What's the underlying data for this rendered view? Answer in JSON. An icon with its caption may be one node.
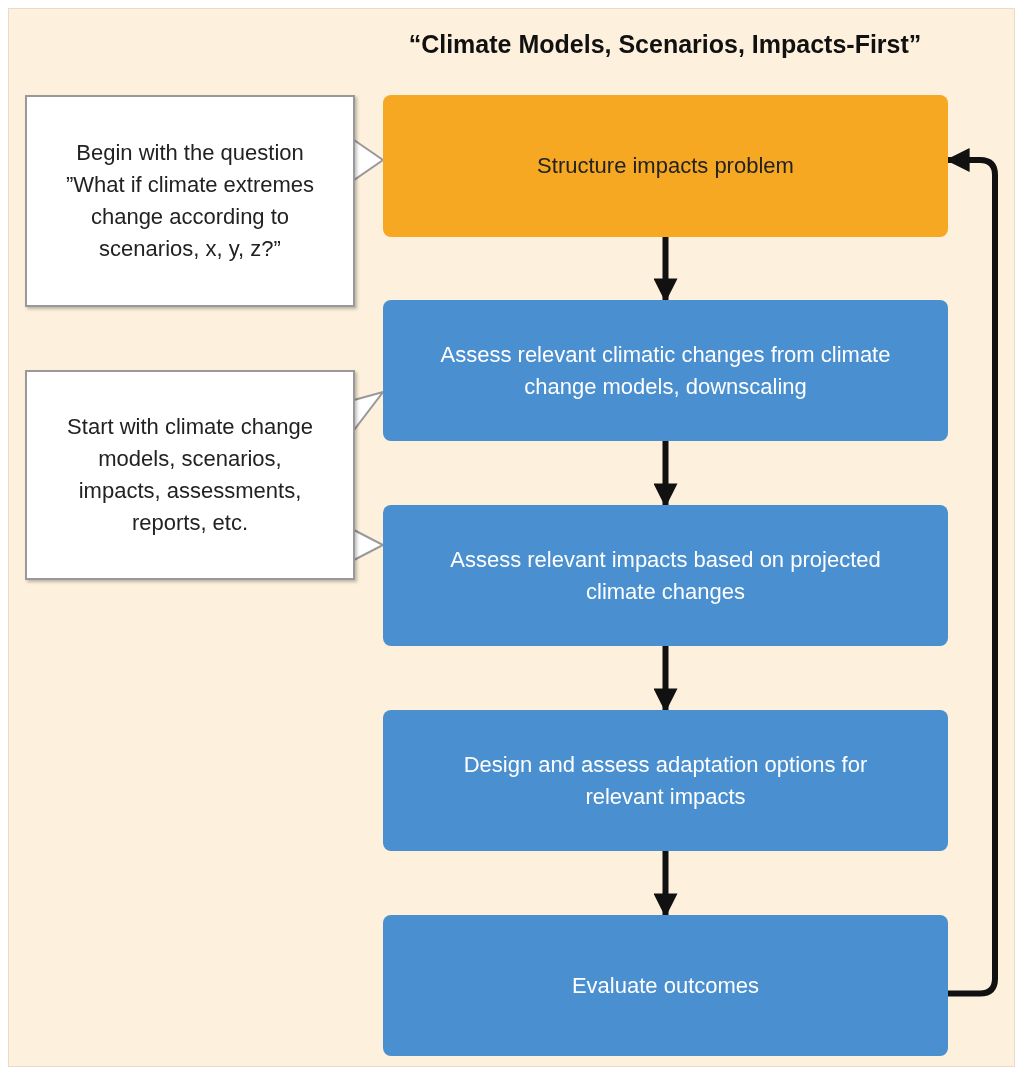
{
  "diagram": {
    "title": "“Climate Models, Scenarios, Impacts-First”",
    "nodes": [
      {
        "text": [
          "Structure impacts problem"
        ]
      },
      {
        "text": [
          "Assess relevant climatic changes from climate change models, downscaling"
        ]
      },
      {
        "text": [
          "Assess relevant impacts based on projected climate changes"
        ]
      },
      {
        "text": [
          "Design and assess adaptation options for relevant impacts"
        ]
      },
      {
        "text": [
          "Evaluate outcomes"
        ]
      },
      {
        "text": [
          "Begin with the question ”What if climate extremes change according to scenarios, x, y, z?”"
        ]
      },
      {
        "text": [
          "Start with climate change models, scenarios, impacts, assessments, reports, etc."
        ]
      }
    ],
    "edges": [
      {
        "from": 0,
        "to": 1,
        "arrow": "to"
      },
      {
        "from": 1,
        "to": 2,
        "arrow": "to"
      },
      {
        "from": 2,
        "to": 3,
        "arrow": "to"
      },
      {
        "from": 3,
        "to": 4,
        "arrow": "to"
      },
      {
        "from": 4,
        "to": 0,
        "arrow": "to"
      },
      {
        "from": 5,
        "to": 0,
        "arrow": "to"
      },
      {
        "from": 6,
        "to": 1,
        "arrow": "to"
      },
      {
        "from": 6,
        "to": 2,
        "arrow": "to"
      }
    ]
  }
}
